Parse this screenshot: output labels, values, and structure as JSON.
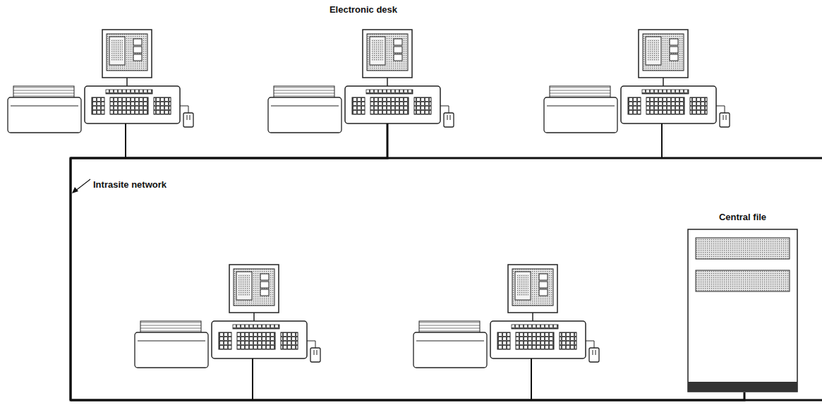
{
  "diagram": {
    "nodes": [
      {
        "text": [
          "Electronic desk"
        ]
      },
      {
        "text": [
          "Central file"
        ]
      }
    ],
    "edges": [
      {
        "from": 0,
        "to": 1,
        "arrow": "none"
      }
    ],
    "labels": [
      "Intrasite network"
    ]
  }
}
